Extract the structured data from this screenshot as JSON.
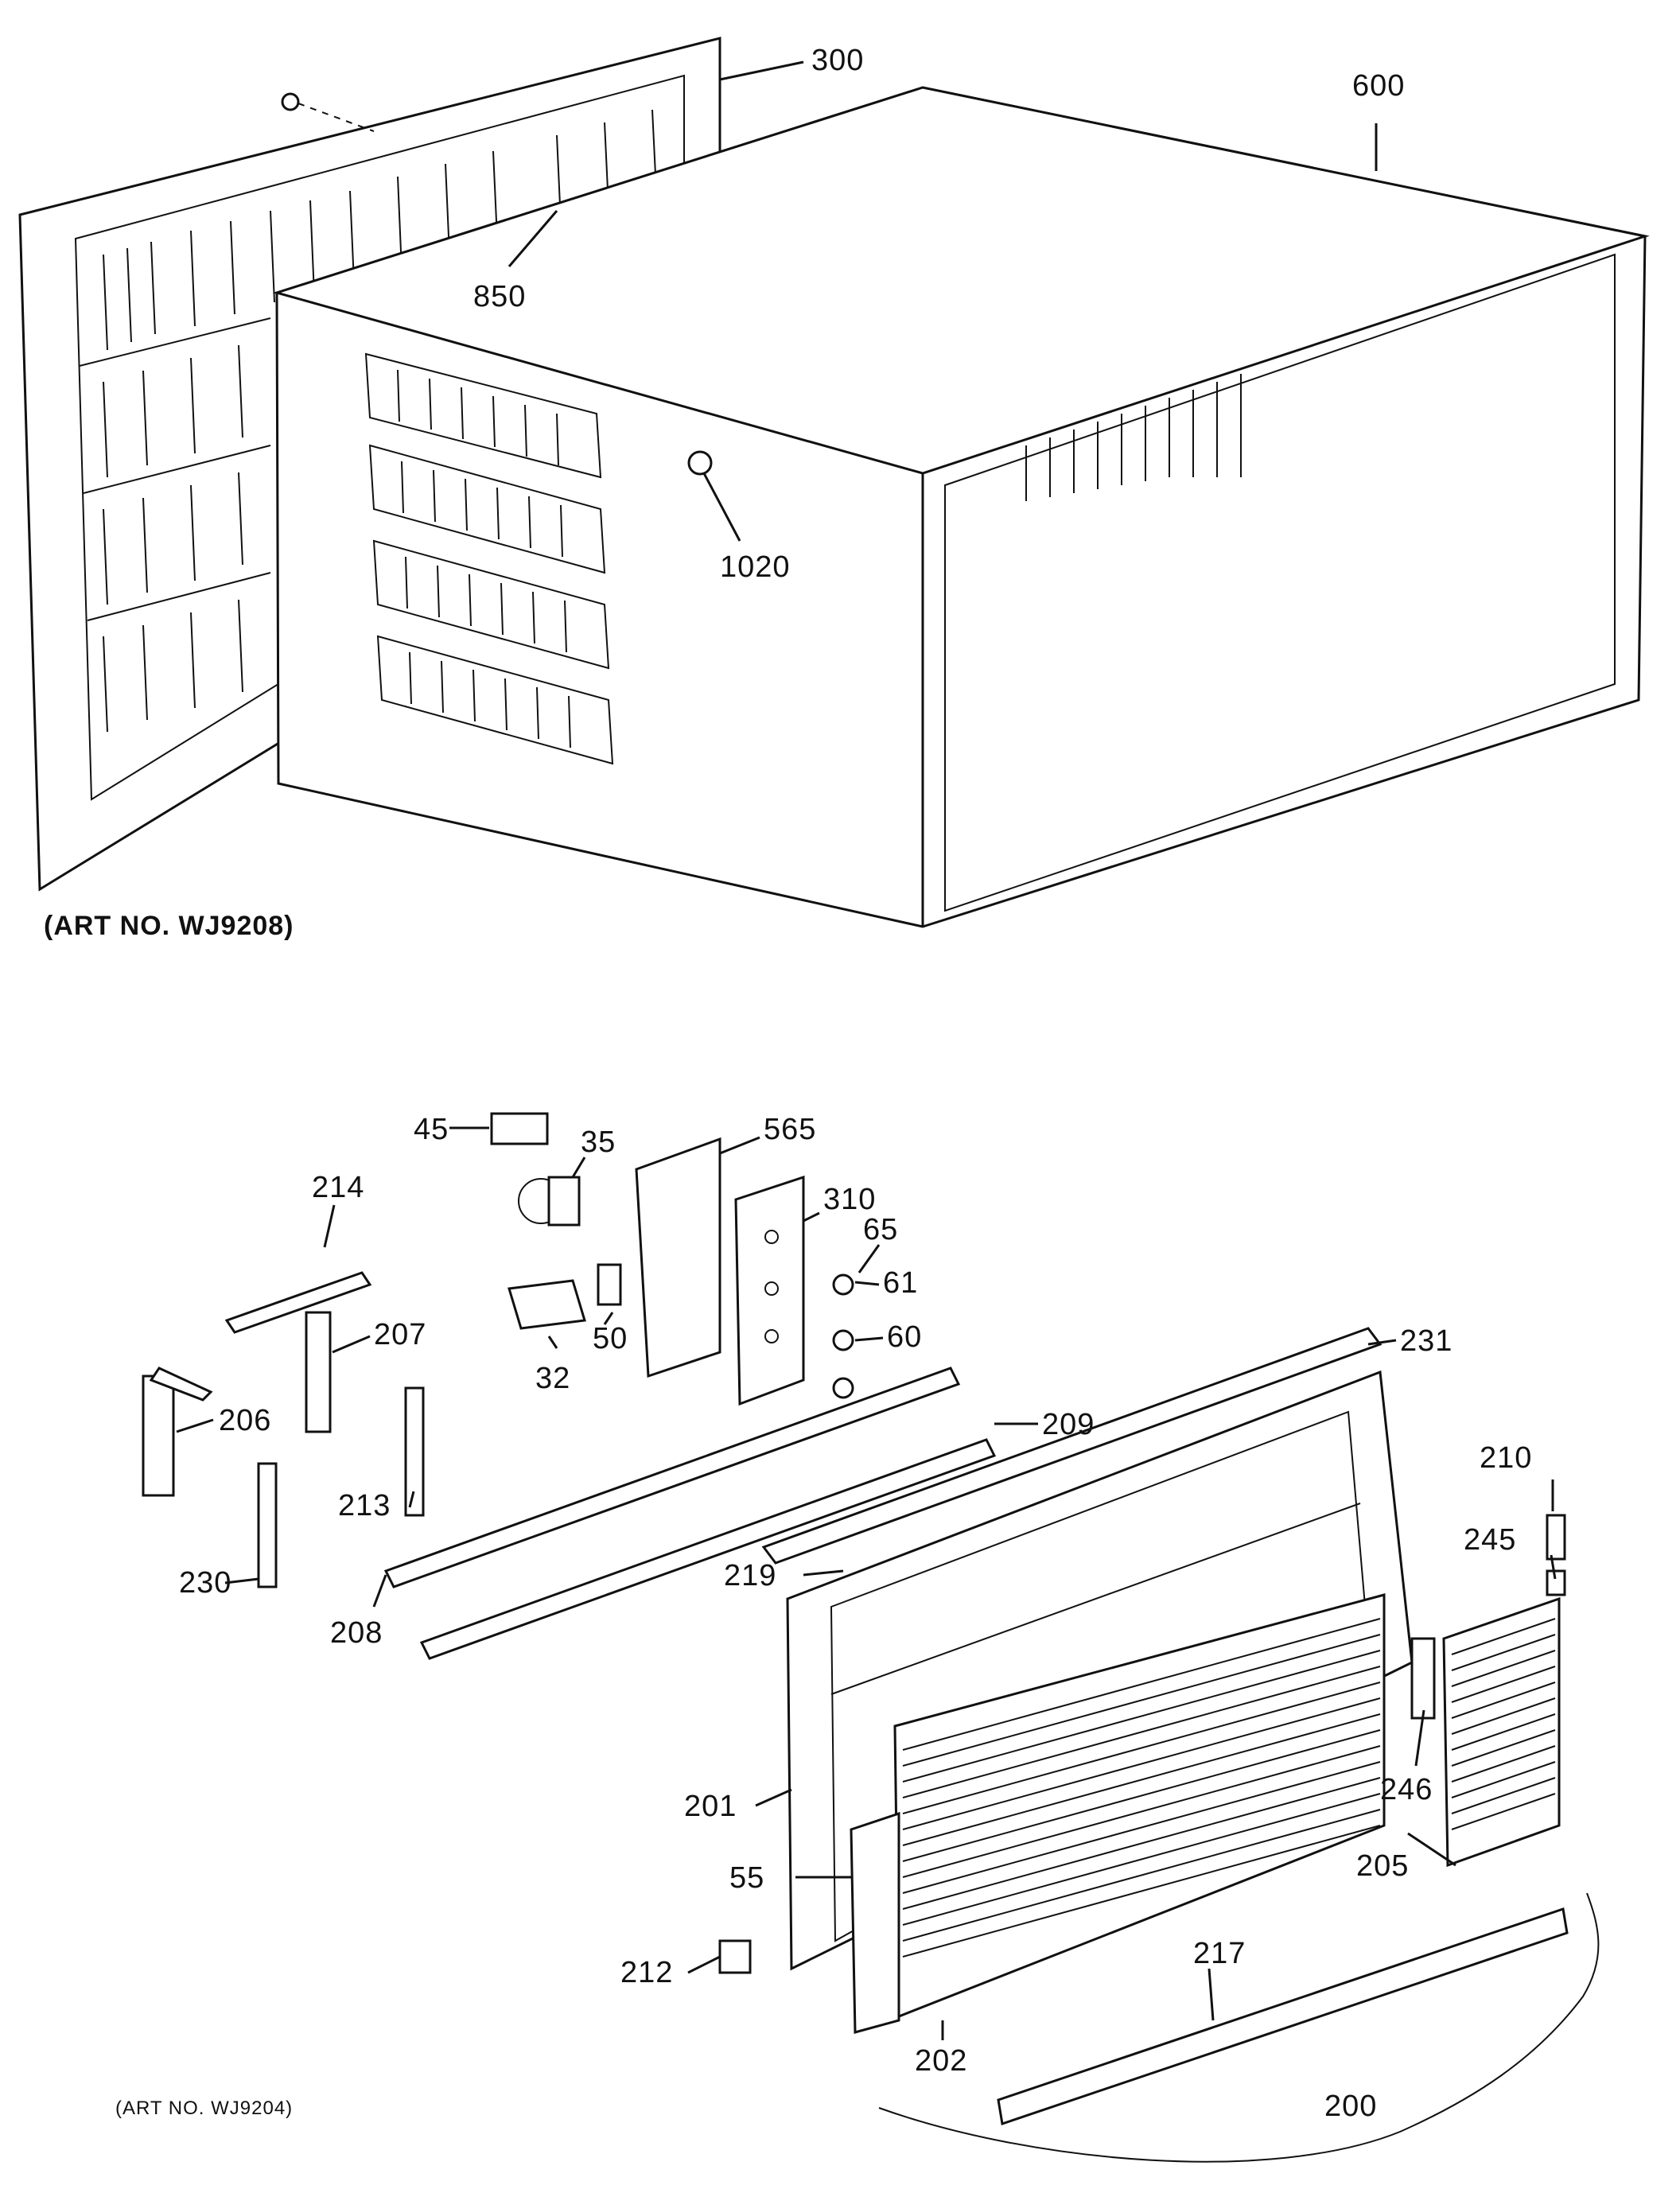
{
  "art_numbers": {
    "top": "(ART NO. WJ9208)",
    "bottom": "(ART NO. WJ9204)"
  },
  "callouts_top": {
    "grille_300": "300",
    "cabinet_600": "600",
    "seal_850": "850",
    "plug_1020": "1020"
  },
  "callouts_bottom": {
    "c45": "45",
    "c35": "35",
    "c565": "565",
    "c214": "214",
    "c310": "310",
    "c65": "65",
    "c61": "61",
    "c207": "207",
    "c50": "50",
    "c60": "60",
    "c32": "32",
    "c231": "231",
    "c206": "206",
    "c209": "209",
    "c213": "213",
    "c210": "210",
    "c245": "245",
    "c230": "230",
    "c219": "219",
    "c208": "208",
    "c246": "246",
    "c201": "201",
    "c55": "55",
    "c205": "205",
    "c212": "212",
    "c217": "217",
    "c202": "202",
    "c200": "200"
  }
}
